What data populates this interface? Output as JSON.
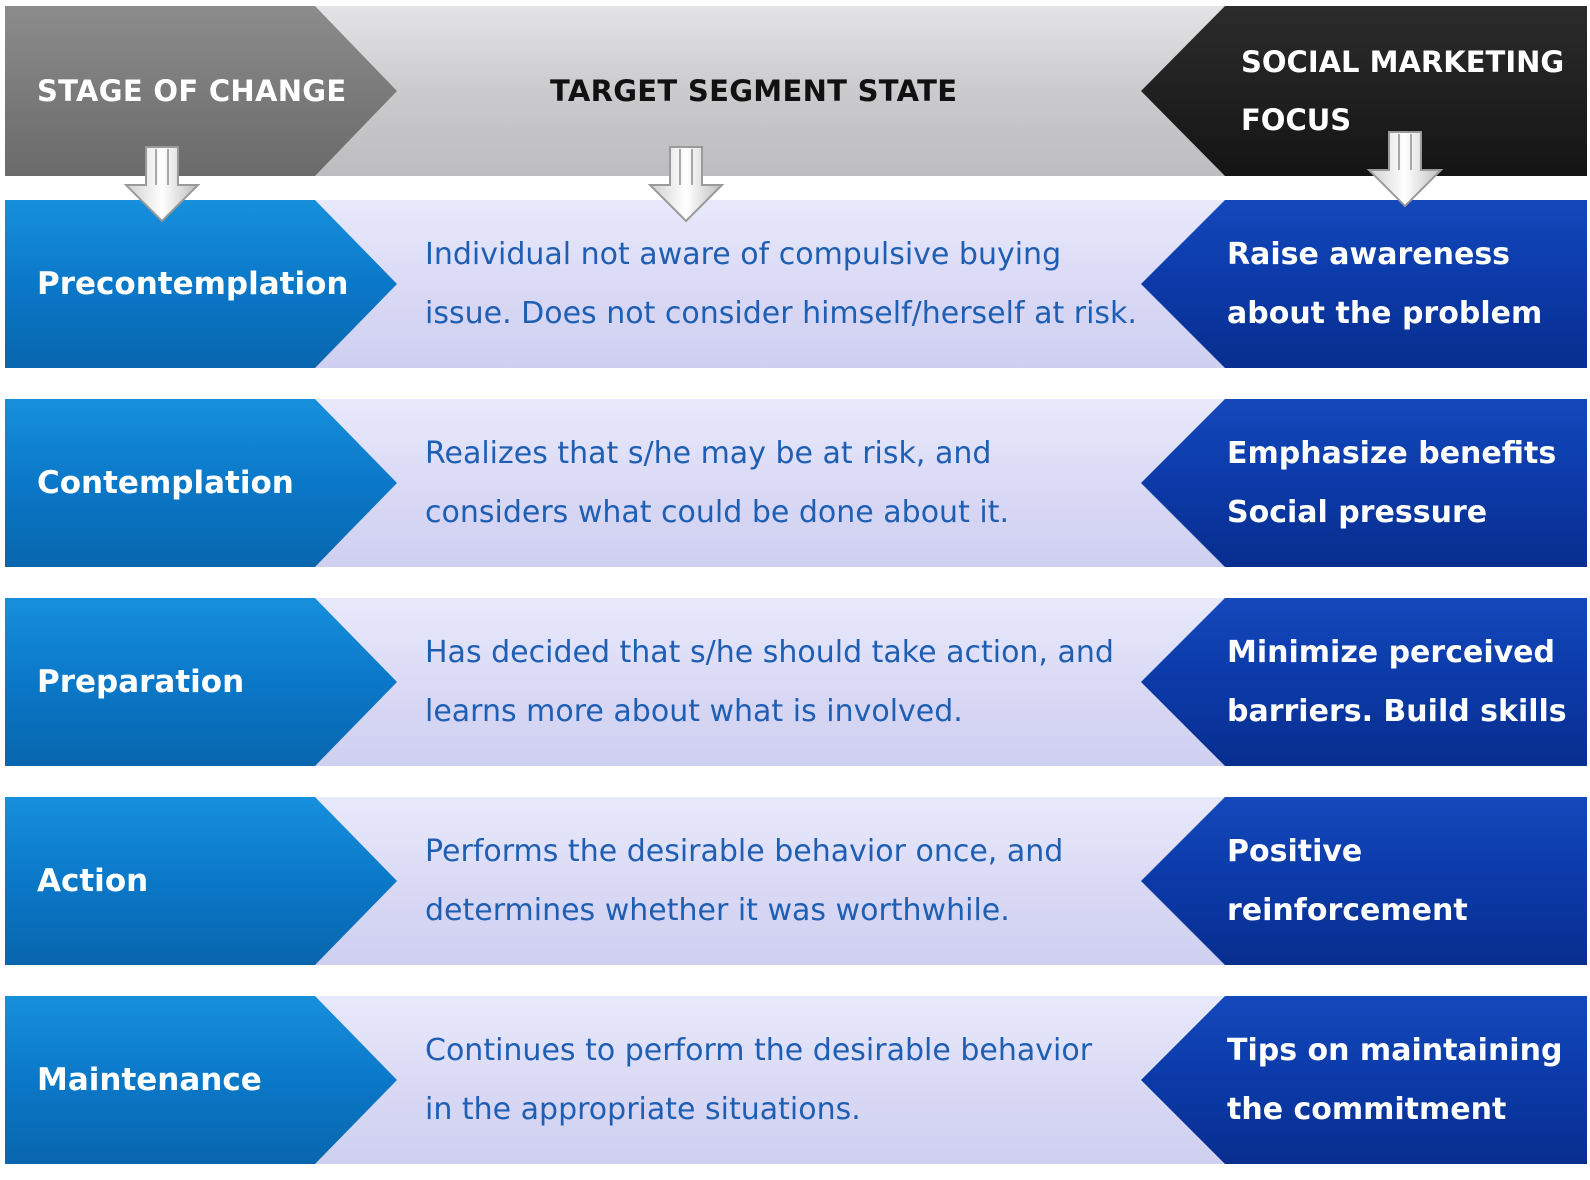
{
  "header": {
    "stage_label": "STAGE OF CHANGE",
    "state_label": "TARGET SEGMENT STATE",
    "focus_line1": "SOCIAL MARKETING",
    "focus_line2": "FOCUS"
  },
  "rows": [
    {
      "stage": "Precontemplation",
      "state_line1": "Individual not aware of compulsive buying",
      "state_line2": "issue. Does not consider himself/herself  at risk.",
      "focus_line1": "Raise awareness",
      "focus_line2": "about the problem"
    },
    {
      "stage": "Contemplation",
      "state_line1": "Realizes that s/he may be at risk, and",
      "state_line2": "considers what could be done about it.",
      "focus_line1": "Emphasize benefits",
      "focus_line2": "Social pressure"
    },
    {
      "stage": "Preparation",
      "state_line1": "Has decided that s/he should take action, and",
      "state_line2": "learns more about what is involved.",
      "focus_line1": "Minimize perceived",
      "focus_line2": "barriers.  Build skills"
    },
    {
      "stage": "Action",
      "state_line1": "Performs the desirable behavior once, and",
      "state_line2": "determines whether it was worthwhile.",
      "focus_line1": "Positive",
      "focus_line2": "reinforcement"
    },
    {
      "stage": "Maintenance",
      "state_line1": "Continues to perform the desirable behavior",
      "state_line2": "in the appropriate situations.",
      "focus_line1": "Tips on maintaining",
      "focus_line2": "the commitment"
    }
  ],
  "colors": {
    "header_left": "#7f7f7f",
    "header_mid": "#c9c9cc",
    "header_right": "#1e1e1e",
    "row_left": "#0a78c8",
    "row_mid": "#dcdcf6",
    "row_right": "#0b3aa8",
    "state_text": "#1f5fb3"
  }
}
